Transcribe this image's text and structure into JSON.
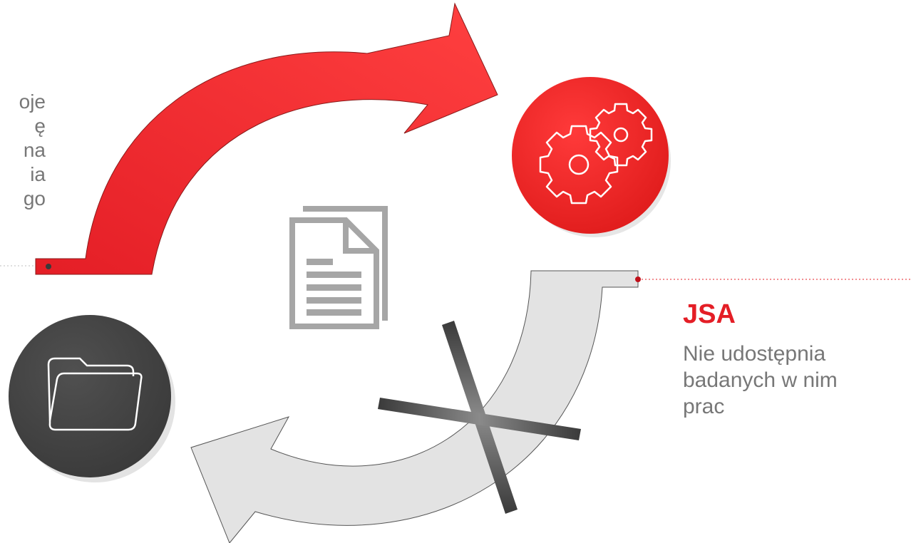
{
  "colors": {
    "accent_red": "#e41e26",
    "light_gray": "#e3e3e3",
    "dark_gray": "#444444",
    "doc_gray": "#a6a6a6",
    "text_gray": "#777777"
  },
  "icons": {
    "top_right_circle": "gears-icon",
    "bottom_left_circle": "folder-icon",
    "center": "document-copy-icon",
    "cross": "x-cross-icon"
  },
  "left_text": {
    "lines": [
      "oje",
      "ę",
      "na",
      "ia",
      "go"
    ]
  },
  "jsa": {
    "title": "JSA",
    "lines": [
      "Nie udostępnia",
      "badanych w nim",
      "prac"
    ]
  }
}
